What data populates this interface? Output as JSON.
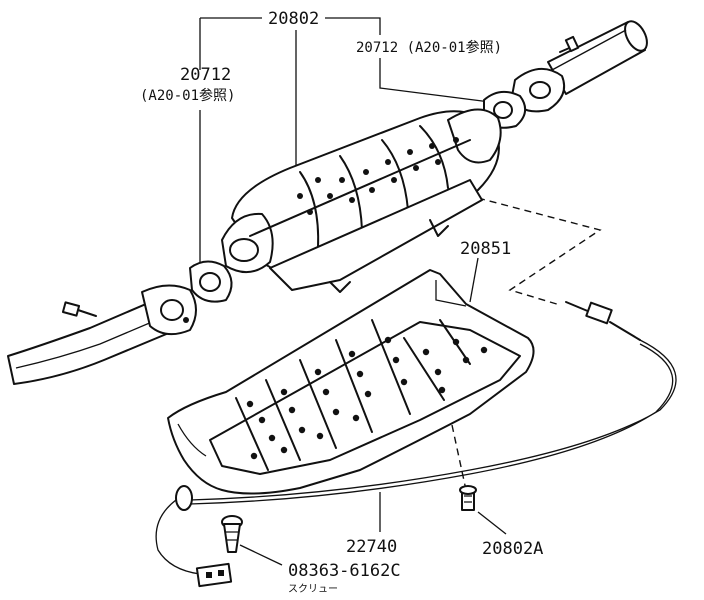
{
  "labels": {
    "assembly": "20802",
    "gasket_front_code": "20712",
    "gasket_front_ref": "(A20-01参照)",
    "gasket_rear": "20712 (A20-01参照)",
    "heat_insulator": "20851",
    "sensor": "22740",
    "bolt": "20802A",
    "screw": "08363-6162C",
    "screw_name": "スクリュー"
  }
}
